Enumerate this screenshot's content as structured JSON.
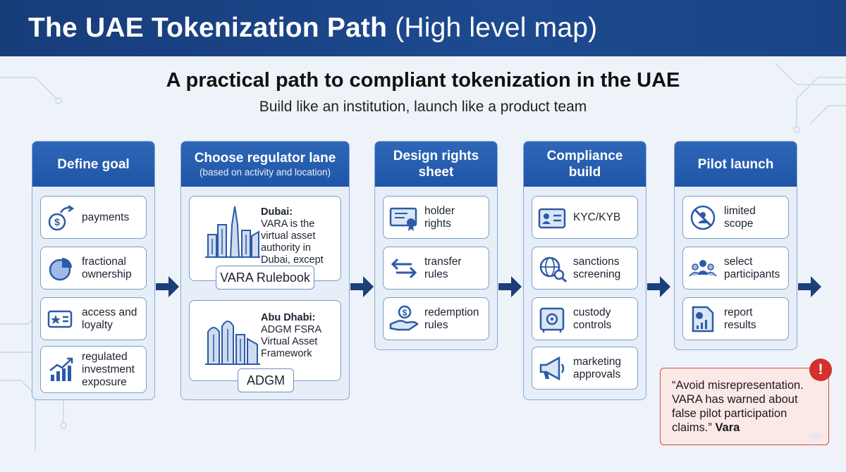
{
  "title": {
    "main": "The UAE Tokenization Path",
    "paren": "(High level map)"
  },
  "headline": "A practical path to compliant tokenization in the UAE",
  "subline": "Build like an institution, launch like a product team",
  "columns": [
    {
      "heading": "Define goal",
      "items": [
        {
          "label": "payments",
          "icon": "coin-arrow-icon"
        },
        {
          "label": "fractional ownership",
          "icon": "pie-chart-icon"
        },
        {
          "label": "access and loyalty",
          "icon": "loyalty-card-icon"
        },
        {
          "label": "regulated investment exposure",
          "icon": "growth-chart-icon"
        }
      ]
    },
    {
      "heading": "Choose regulator lane",
      "subheading": "(based on activity and location)",
      "regulators": [
        {
          "city": "Dubai:",
          "desc": "VARA is the virtual asset authority in Dubai, except DIFC",
          "pill": "VARA Rulebook",
          "icon": "dubai-skyline-icon"
        },
        {
          "city": "Abu Dhabi:",
          "desc": "ADGM FSRA Virtual Asset Framework",
          "pill": "ADGM",
          "icon": "abu-dhabi-skyline-icon"
        }
      ]
    },
    {
      "heading": "Design rights sheet",
      "items": [
        {
          "label": "holder rights",
          "icon": "certificate-icon"
        },
        {
          "label": "transfer rules",
          "icon": "swap-arrows-icon"
        },
        {
          "label": "redemption rules",
          "icon": "hand-coin-icon"
        }
      ]
    },
    {
      "heading": "Compliance build",
      "items": [
        {
          "label": "KYC/KYB",
          "icon": "id-card-icon"
        },
        {
          "label": "sanctions screening",
          "icon": "globe-search-icon"
        },
        {
          "label": "custody controls",
          "icon": "safe-icon"
        },
        {
          "label": "marketing approvals",
          "icon": "megaphone-icon"
        }
      ]
    },
    {
      "heading": "Pilot launch",
      "items": [
        {
          "label": "limited scope",
          "icon": "restricted-icon"
        },
        {
          "label": "select participants",
          "icon": "people-group-icon"
        },
        {
          "label": "report results",
          "icon": "report-icon"
        }
      ]
    }
  ],
  "warning": {
    "quote": "“Avoid misrepresentation. VARA has warned about false pilot participation claims.”",
    "source": "Vara",
    "badge": "!"
  },
  "colors": {
    "title_bar": "#1d4a8f",
    "header": "#2a62b4",
    "icon": "#2b5aa8",
    "arrow": "#1c3f7a",
    "warning_border": "#d94a42"
  }
}
